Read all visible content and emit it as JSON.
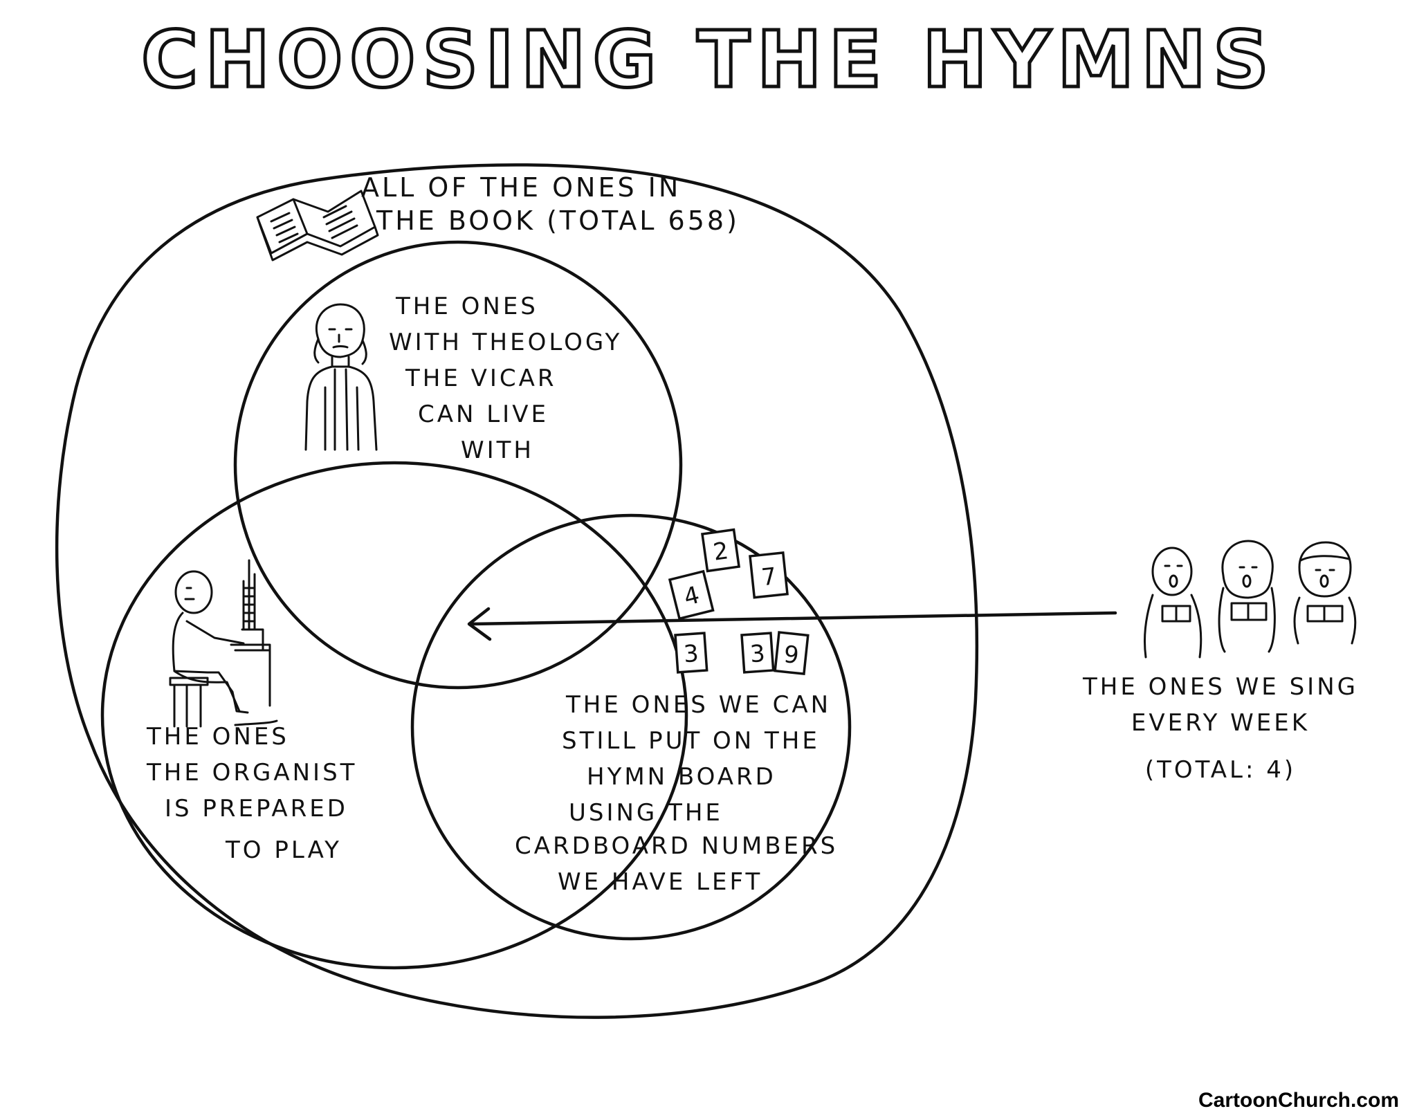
{
  "title": "CHOOSING THE HYMNS",
  "sets": {
    "book": {
      "lines": [
        "ALL OF THE ONES IN",
        "THE BOOK (TOTAL 658)"
      ]
    },
    "vicar": {
      "lines": [
        "THE ONES",
        "WITH THEOLOGY",
        "THE VICAR",
        "CAN LIVE",
        "WITH"
      ]
    },
    "organist": {
      "lines": [
        "THE ONES",
        "THE ORGANIST",
        "IS PREPARED",
        "TO PLAY"
      ]
    },
    "board": {
      "lines": [
        "THE ONES WE CAN",
        "STILL PUT ON THE",
        "HYMN BOARD",
        "USING THE",
        "CARDBOARD NUMBERS",
        "WE HAVE LEFT"
      ]
    }
  },
  "sing_every_week": {
    "lines": [
      "THE ONES WE SING",
      "EVERY WEEK",
      "(TOTAL: 4)"
    ]
  },
  "cardboard_numbers": [
    "2",
    "7",
    "4",
    "3",
    "3",
    "9"
  ],
  "icons": {
    "book": "open-book-icon",
    "vicar": "vicar-figure-icon",
    "organist": "organist-at-organ-icon",
    "singers": "congregation-singers-icon",
    "arrow": "arrow-left-icon"
  },
  "credit": "CartoonChurch.com",
  "colors": {
    "ink": "#111111",
    "paper": "#ffffff"
  }
}
